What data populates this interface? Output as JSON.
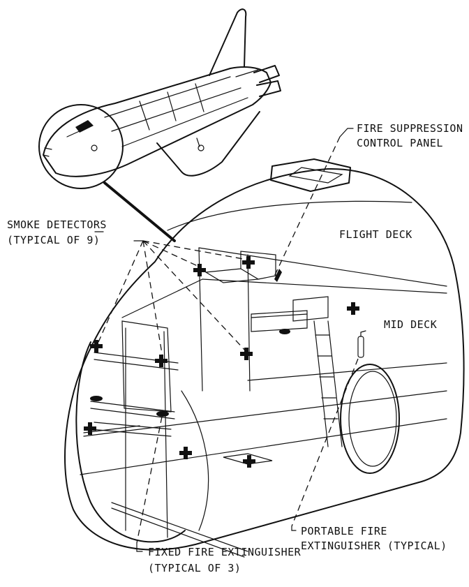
{
  "labels": {
    "fire_suppression_line1": "FIRE SUPPRESSION",
    "fire_suppression_line2": "CONTROL PANEL",
    "flight_deck": "FLIGHT DECK",
    "mid_deck": "MID DECK",
    "smoke_detectors_line1": "SMOKE DETECTORS",
    "smoke_detectors_line2": "(TYPICAL OF 9)",
    "portable_ext_line1": "PORTABLE FIRE",
    "portable_ext_line2": "EXTINGUISHER (TYPICAL)",
    "fixed_ext_line1": "FIXED FIRE EXTINGUISHER",
    "fixed_ext_line2": "(TYPICAL OF 3)"
  },
  "colors": {
    "ink": "#111111",
    "background": "#ffffff"
  },
  "icons": {
    "orbiter": "space-shuttle-orbiter-icon",
    "smoke_detector": "smoke-detector-icon",
    "fire_extinguisher": "fire-extinguisher-icon"
  }
}
